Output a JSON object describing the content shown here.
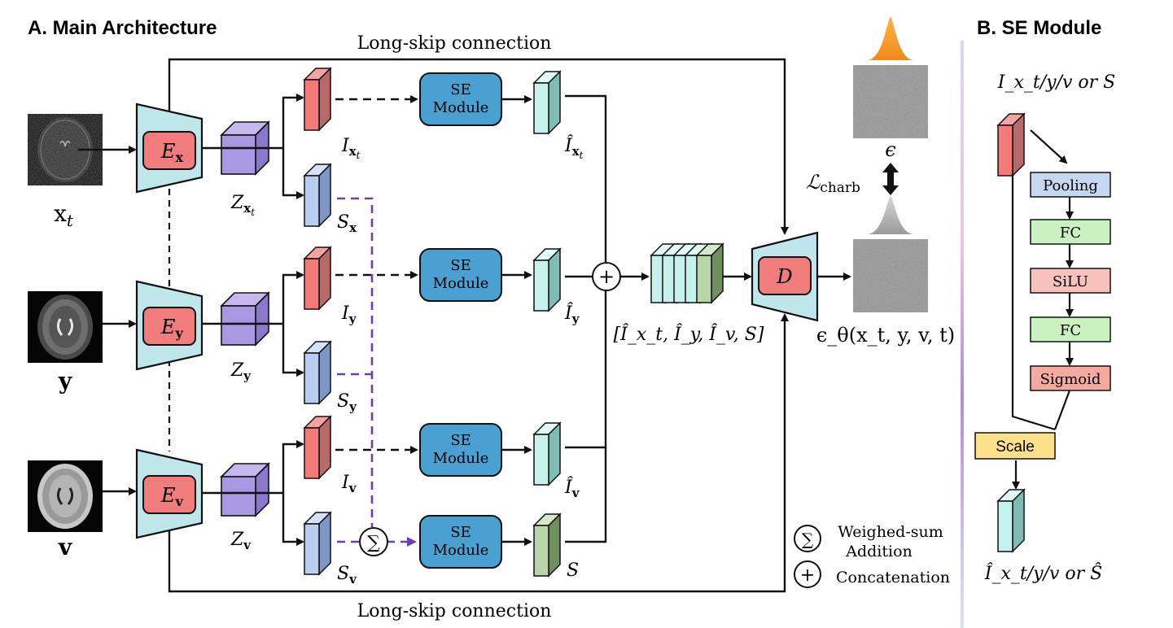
{
  "panel_a": {
    "title": "A. Main Architecture",
    "skip_top": "Long-skip connection",
    "skip_bottom": "Long-skip connection",
    "inputs": {
      "x": {
        "sym": "x",
        "sub": "t"
      },
      "y": {
        "sym": "y"
      },
      "v": {
        "sym": "v"
      }
    },
    "encoders": {
      "x": {
        "sym": "E",
        "sub": "x"
      },
      "y": {
        "sym": "E",
        "sub": "y"
      },
      "v": {
        "sym": "E",
        "sub": "v"
      }
    },
    "latents": {
      "x": {
        "sym": "Z",
        "sub": "x",
        "subsub": "t"
      },
      "y": {
        "sym": "Z",
        "sub": "y"
      },
      "v": {
        "sym": "Z",
        "sub": "v"
      }
    },
    "features": {
      "ix": {
        "sym": "I",
        "sub": "x",
        "subsub": "t"
      },
      "sx": {
        "sym": "S",
        "sub": "x"
      },
      "iy": {
        "sym": "I",
        "sub": "y"
      },
      "sy": {
        "sym": "S",
        "sub": "y"
      },
      "iv": {
        "sym": "I",
        "sub": "v"
      },
      "sv": {
        "sym": "S",
        "sub": "v"
      }
    },
    "se_labels": [
      "SE",
      "Module"
    ],
    "outputs": {
      "ix": {
        "sym": "Î",
        "sub": "x",
        "subsub": "t"
      },
      "iy": {
        "sym": "Î",
        "sub": "y"
      },
      "iv": {
        "sym": "Î",
        "sub": "v"
      },
      "s": {
        "sym": "S"
      }
    },
    "concat_label": "[Î_x_t, Î_y, Î_v, S]",
    "decoder": "D",
    "eps_theta": "ϵ_θ(x_t, y, v, t)",
    "epsilon": "ϵ",
    "loss": {
      "sym": "ℒ",
      "sub": "charb"
    },
    "sigma_symbol": "∑",
    "plus_symbol": "+",
    "legend": {
      "sum_line1": "Weighed-sum",
      "sum_line2": "Addition",
      "concat": "Concatenation"
    }
  },
  "panel_b": {
    "title": "B. SE Module",
    "input_label": "I_x_t/y/v or S",
    "blocks": [
      "Pooling",
      "FC",
      "SiLU",
      "FC",
      "Sigmoid"
    ],
    "scale": "Scale",
    "output_label": "Î_x_t/y/v or Ŝ"
  },
  "colors": {
    "encoder": "#bfe6ea",
    "encoder_inner": "#f07c7c",
    "se_module": "#4ba0d2",
    "pooling": "#c5d8f0",
    "fc": "#c9f2c0",
    "silu": "#f7c2bc",
    "sigmoid": "#f5aaa0",
    "scale": "#fde08a",
    "dashed_purple": "#6a3fb0"
  }
}
